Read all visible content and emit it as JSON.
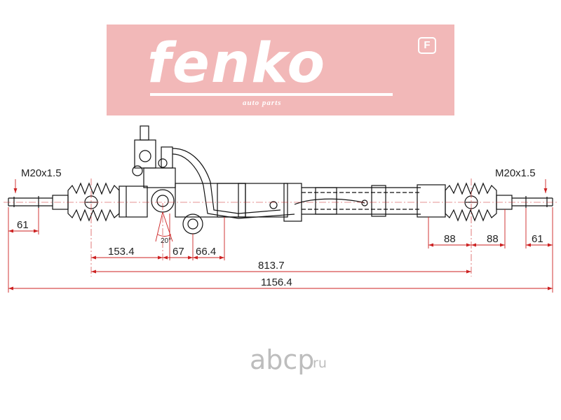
{
  "logo": {
    "brand": "fenko",
    "tagline": "auto parts",
    "badge": "F",
    "band_color": "#f2b8b8"
  },
  "diagram": {
    "thread_left": "M20x1.5",
    "thread_right": "M20x1.5",
    "dimensions": {
      "end_left": "61",
      "left_a": "153.4",
      "angle": "20°",
      "left_b": "67",
      "left_c": "66.4",
      "right_a": "88",
      "right_b": "88",
      "end_right": "61",
      "rack_span": "813.7",
      "overall": "1156.4"
    },
    "dimension_color": "#cc2222",
    "line_color": "#111111"
  },
  "watermark": {
    "text": "abcp",
    "tld": ".ru",
    "color": "#bdbdbd"
  }
}
